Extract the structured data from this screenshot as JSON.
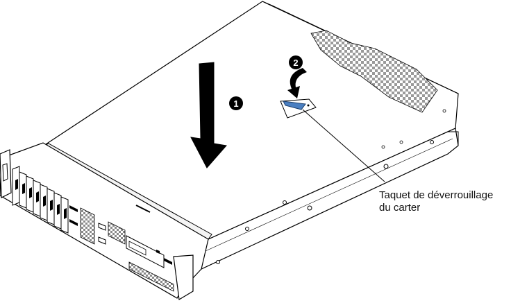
{
  "callout": {
    "line1": "Taquet de déverrouillage",
    "line2": "du carter"
  },
  "steps": [
    {
      "number": "1",
      "description": "push cover down"
    },
    {
      "number": "2",
      "description": "press release latch"
    }
  ],
  "colors": {
    "outline": "#000000",
    "hatch": "#9a9a9a",
    "latch": "#4a7fc1",
    "arrow": "#000000",
    "badge": "#000000"
  }
}
